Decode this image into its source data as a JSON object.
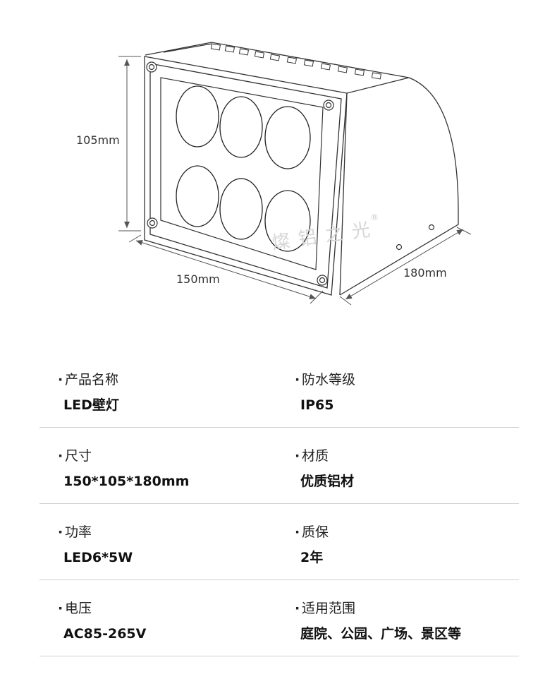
{
  "drawing": {
    "dimension_height": "105mm",
    "dimension_width": "150mm",
    "dimension_depth": "180mm",
    "watermark": "燦 铝 之 光",
    "watermark_mark": "®"
  },
  "specs": [
    {
      "left": {
        "label": "产品名称",
        "value": "LED壁灯"
      },
      "right": {
        "label": "防水等级",
        "value": "IP65"
      }
    },
    {
      "left": {
        "label": "尺寸",
        "value": "150*105*180mm"
      },
      "right": {
        "label": "材质",
        "value": "优质铝材"
      }
    },
    {
      "left": {
        "label": "功率",
        "value": "LED6*5W"
      },
      "right": {
        "label": "质保",
        "value": "2年"
      }
    },
    {
      "left": {
        "label": "电压",
        "value": "AC85-265V"
      },
      "right": {
        "label": "适用范围",
        "value": "庭院、公园、广场、景区等"
      }
    }
  ],
  "bullet": "·"
}
